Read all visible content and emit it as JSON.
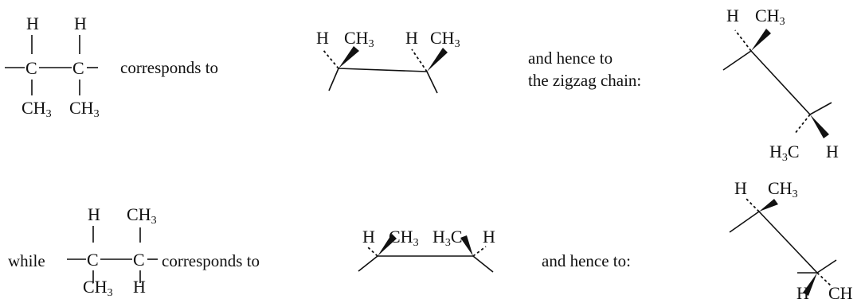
{
  "diagram": {
    "labels": {
      "h": "H",
      "c": "C",
      "ch3": "CH",
      "h3": "H",
      "h3c_c": "C",
      "sub3": "3"
    },
    "text": {
      "corresponds_to": "corresponds to",
      "and_hence_to": "and hence to",
      "the_zigzag_chain": "the zigzag chain:",
      "while": "while",
      "and_hence_to_colon": "and hence to:"
    },
    "colors": {
      "ink": "#111111",
      "background": "#ffffff"
    }
  }
}
